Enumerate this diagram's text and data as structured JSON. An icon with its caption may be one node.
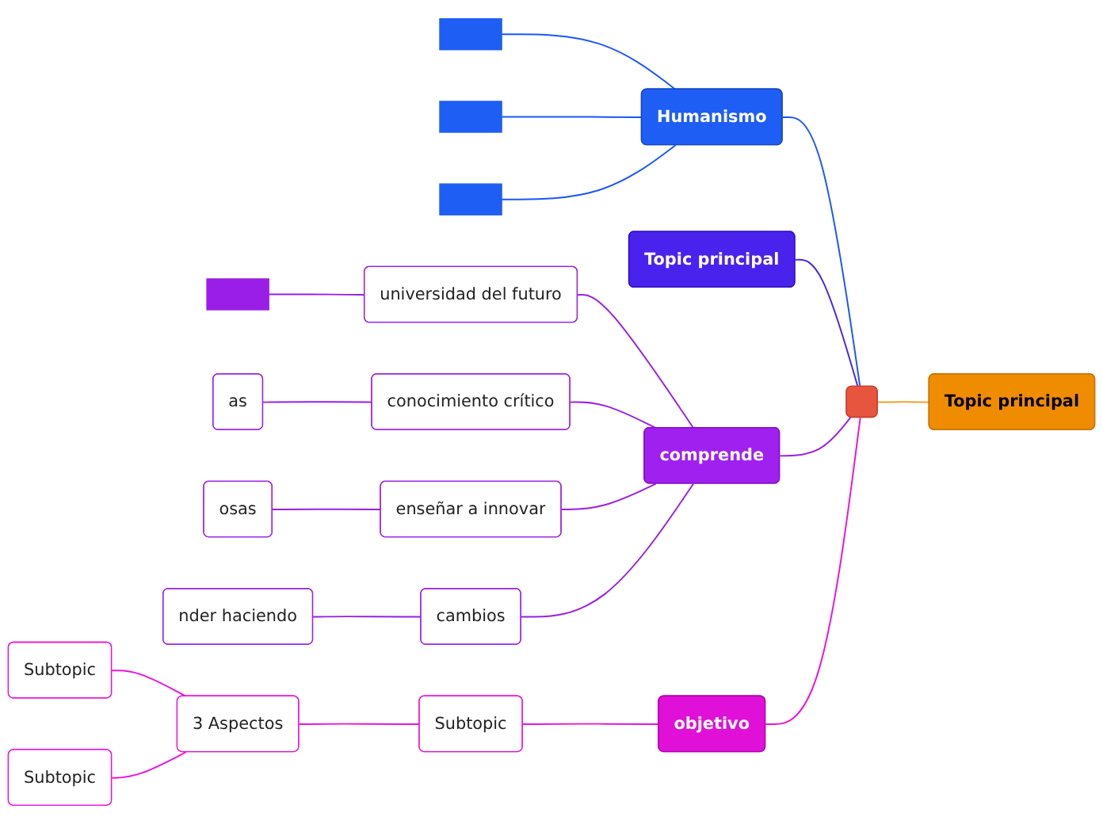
{
  "diagram": {
    "nodes": [
      {
        "text": [],
        "shape": "box"
      },
      {
        "text": [
          "Humanismo"
        ]
      },
      {
        "text": [],
        "shape": "bar"
      },
      {
        "text": [],
        "shape": "bar"
      },
      {
        "text": [],
        "shape": "bar"
      },
      {
        "text": [
          "Topic principal"
        ]
      },
      {
        "text": [
          "Topic principal"
        ]
      },
      {
        "text": [
          "comprende"
        ]
      },
      {
        "text": [
          "universidad del futuro"
        ]
      },
      {
        "text": [],
        "shape": "bar"
      },
      {
        "text": [
          "conocimiento crítico"
        ]
      },
      {
        "text": [
          "as"
        ]
      },
      {
        "text": [
          "enseñar a innovar"
        ]
      },
      {
        "text": [
          "osas"
        ]
      },
      {
        "text": [
          "cambios"
        ]
      },
      {
        "text": [
          "nder haciendo"
        ]
      },
      {
        "text": [
          "objetivo"
        ]
      },
      {
        "text": [
          "Subtopic"
        ]
      },
      {
        "text": [
          "3 Aspectos"
        ]
      },
      {
        "text": [
          "Subtopic"
        ]
      },
      {
        "text": [
          "Subtopic"
        ]
      }
    ],
    "edges": [
      {
        "from": 0,
        "to": 1,
        "arrow": "none",
        "color": "#1a56ff"
      },
      {
        "from": 0,
        "to": 5,
        "arrow": "none",
        "color": "#f0a030"
      },
      {
        "from": 0,
        "to": 6,
        "arrow": "none",
        "color": "#4a22ee"
      },
      {
        "from": 0,
        "to": 7,
        "arrow": "none"
      },
      {
        "from": 0,
        "to": 16,
        "arrow": "none",
        "color": "#ee11dd"
      },
      {
        "from": 1,
        "to": 2,
        "arrow": "none",
        "color": "#1a56ff"
      },
      {
        "from": 1,
        "to": 3,
        "arrow": "none",
        "color": "#1a56ff"
      },
      {
        "from": 1,
        "to": 4,
        "arrow": "none",
        "color": "#1a56ff"
      },
      {
        "from": 7,
        "to": 8,
        "arrow": "none"
      },
      {
        "from": 7,
        "to": 10,
        "arrow": "none"
      },
      {
        "from": 7,
        "to": 12,
        "arrow": "none"
      },
      {
        "from": 7,
        "to": 14,
        "arrow": "none"
      },
      {
        "from": 8,
        "to": 9,
        "arrow": "none"
      },
      {
        "from": 10,
        "to": 11,
        "arrow": "none"
      },
      {
        "from": 12,
        "to": 13,
        "arrow": "none"
      },
      {
        "from": 14,
        "to": 15,
        "arrow": "none"
      },
      {
        "from": 16,
        "to": 17,
        "arrow": "none",
        "color": "#ee11dd"
      },
      {
        "from": 17,
        "to": 18,
        "arrow": "none",
        "color": "#ee11dd"
      },
      {
        "from": 18,
        "to": 19,
        "arrow": "none",
        "color": "#ee11dd"
      },
      {
        "from": 18,
        "to": 20,
        "arrow": "none",
        "color": "#ee11dd"
      }
    ]
  }
}
